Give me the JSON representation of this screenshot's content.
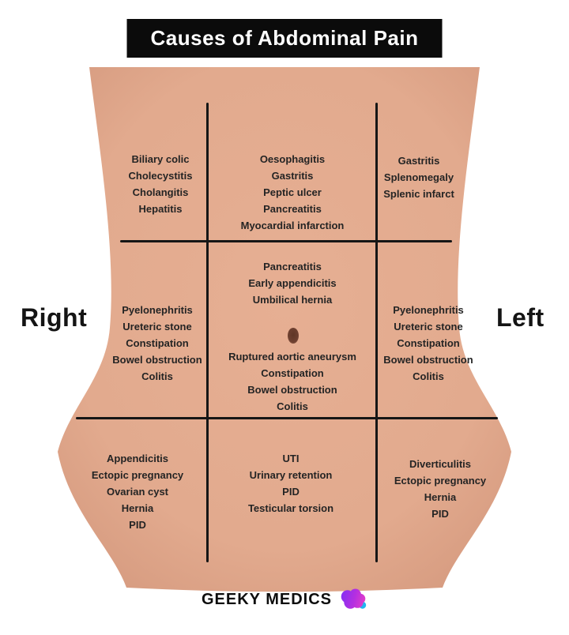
{
  "title": "Causes of Abdominal Pain",
  "side_labels": {
    "patient_right": "Right",
    "patient_left": "Left"
  },
  "regions": {
    "right_upper": {
      "conditions": [
        "Biliary colic",
        "Cholecystitis",
        "Cholangitis",
        "Hepatitis"
      ]
    },
    "epigastric": {
      "conditions": [
        "Oesophagitis",
        "Gastritis",
        "Peptic ulcer",
        "Pancreatitis",
        "Myocardial infarction"
      ]
    },
    "left_upper": {
      "conditions": [
        "Gastritis",
        "Splenomegaly",
        "Splenic infarct"
      ]
    },
    "right_flank": {
      "conditions": [
        "Pyelonephritis",
        "Ureteric stone",
        "Constipation",
        "Bowel obstruction",
        "Colitis"
      ]
    },
    "umbilical_upper": {
      "conditions": [
        "Pancreatitis",
        "Early appendicitis",
        "Umbilical hernia"
      ]
    },
    "umbilical_lower": {
      "conditions": [
        "Ruptured aortic aneurysm",
        "Constipation",
        "Bowel obstruction",
        "Colitis"
      ]
    },
    "left_flank": {
      "conditions": [
        "Pyelonephritis",
        "Ureteric stone",
        "Constipation",
        "Bowel obstruction",
        "Colitis"
      ]
    },
    "right_lower": {
      "conditions": [
        "Appendicitis",
        "Ectopic pregnancy",
        "Ovarian cyst",
        "Hernia",
        "PID"
      ]
    },
    "suprapubic": {
      "conditions": [
        "UTI",
        "Urinary retention",
        "PID",
        "Testicular torsion"
      ]
    },
    "left_lower": {
      "conditions": [
        "Diverticulitis",
        "Ectopic pregnancy",
        "Hernia",
        "PID"
      ]
    }
  },
  "footer": {
    "brand": "GEEKY MEDICS"
  },
  "icons": {
    "brain": "brain-icon"
  },
  "colors": {
    "banner_bg": "#0b0b0b",
    "banner_text": "#ffffff",
    "skin": "#e2aa8e",
    "skin_shade": "#d3977c",
    "grid_line": "#161616",
    "body_text": "#242424",
    "navel": "#6e4030",
    "brain_purple": "#7b2ff7",
    "brain_magenta": "#e53ec8",
    "brain_blue": "#22b5f0"
  }
}
